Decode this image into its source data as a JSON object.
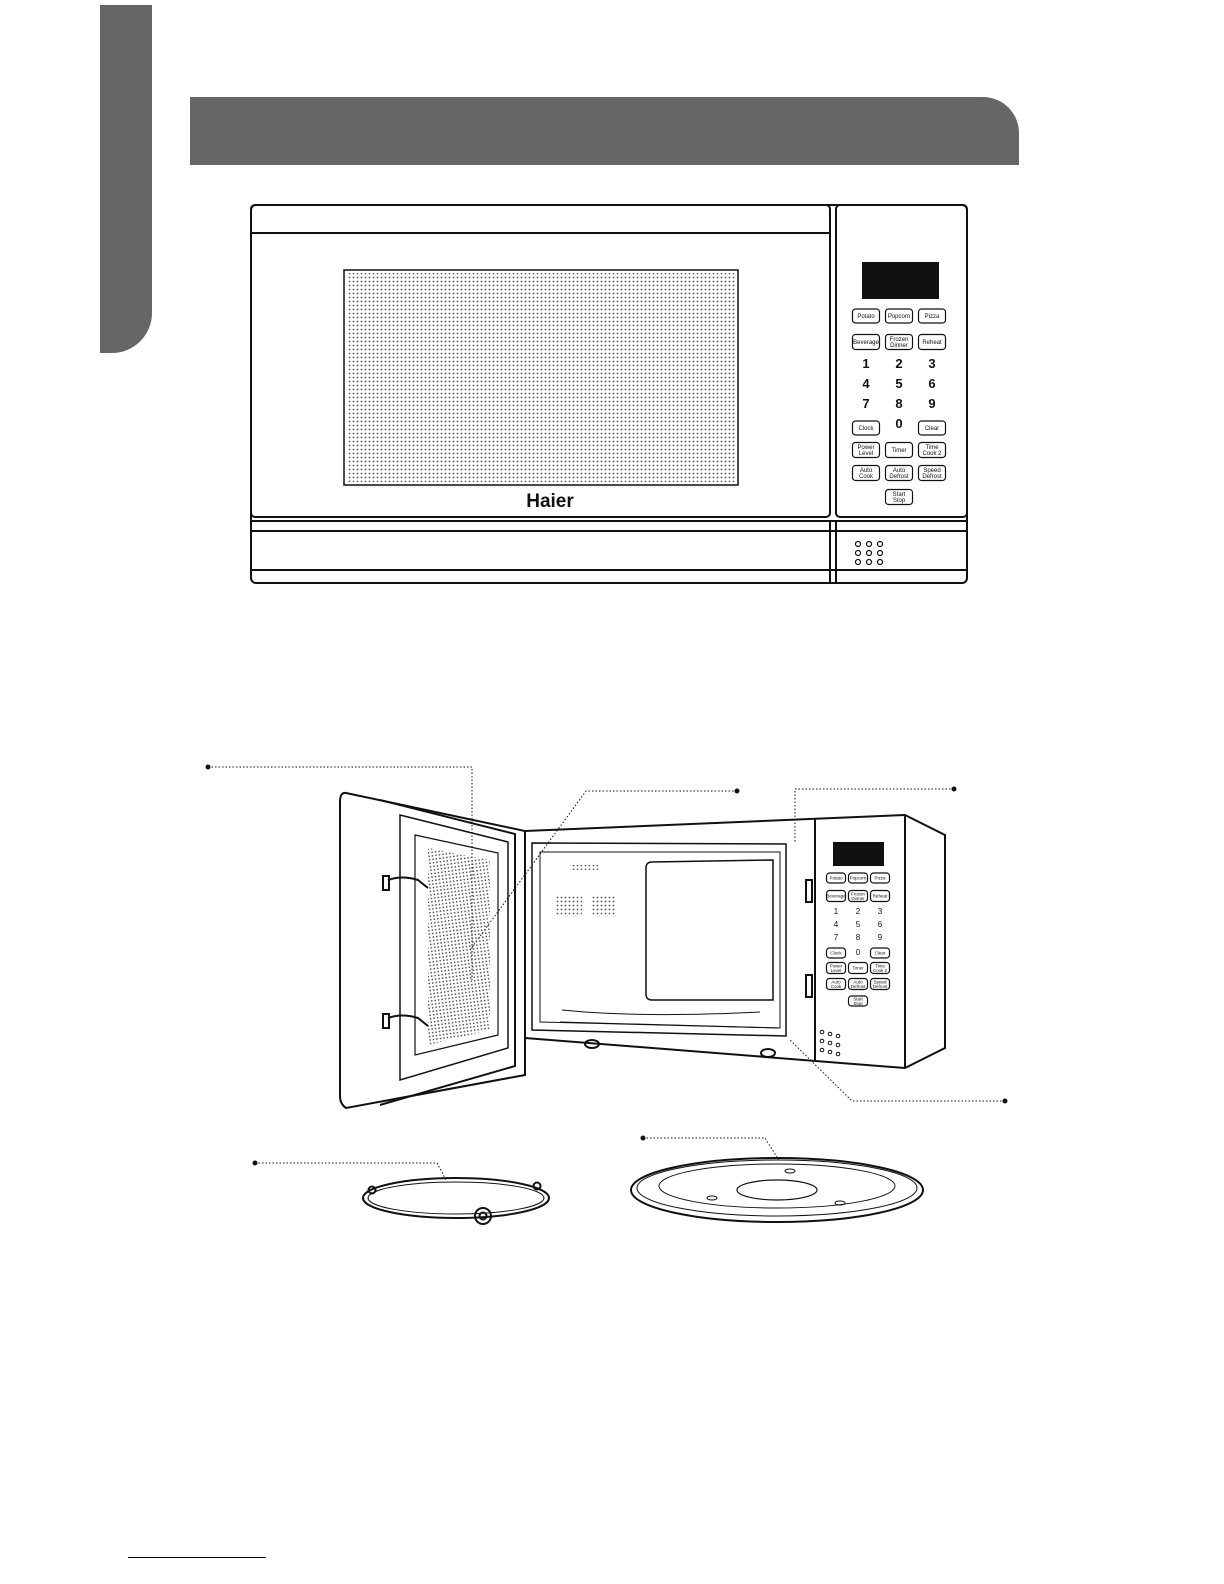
{
  "brand": {
    "logo_text": "Haier"
  },
  "display_color": "#111111",
  "header_bar_color": "#666666",
  "control_panel": {
    "buttons_row1": [
      "Potato",
      "Popcorn",
      "Pizza"
    ],
    "buttons_row2": [
      [
        "Beverage"
      ],
      [
        "Frozen",
        "Dinner"
      ],
      [
        "Reheat"
      ]
    ],
    "digits": [
      [
        "1",
        "2",
        "3"
      ],
      [
        "4",
        "5",
        "6"
      ],
      [
        "7",
        "8",
        "9"
      ]
    ],
    "zero": "0",
    "clock": "Clock",
    "clear": "Clear",
    "buttons_row6": [
      [
        "Power",
        "Level"
      ],
      [
        "Timer"
      ],
      [
        "Time",
        "Cook 2"
      ]
    ],
    "buttons_row7": [
      [
        "Auto",
        "Cook"
      ],
      [
        "Auto",
        "Defrost"
      ],
      [
        "Speed",
        "Defrost"
      ]
    ],
    "start_stop": [
      "Start",
      "Stop"
    ]
  }
}
